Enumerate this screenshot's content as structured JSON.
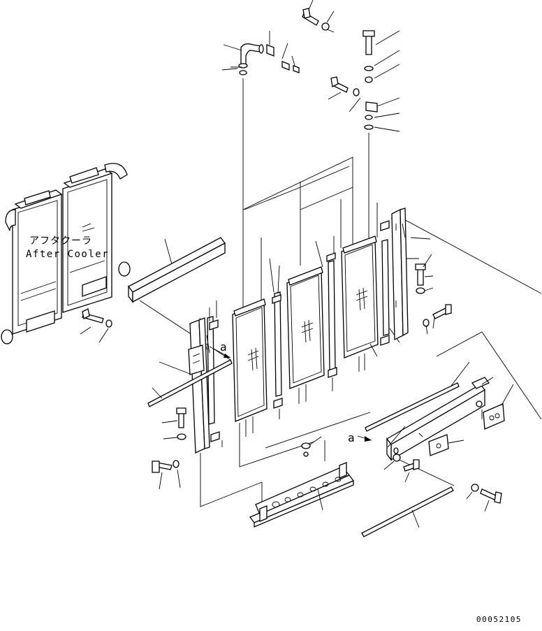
{
  "diagram": {
    "caption_jp": "アフタクーラ",
    "caption_en": "After Cooler",
    "ref_marker_1": "a",
    "ref_marker_2": "a",
    "drawing_number": "00052105"
  }
}
